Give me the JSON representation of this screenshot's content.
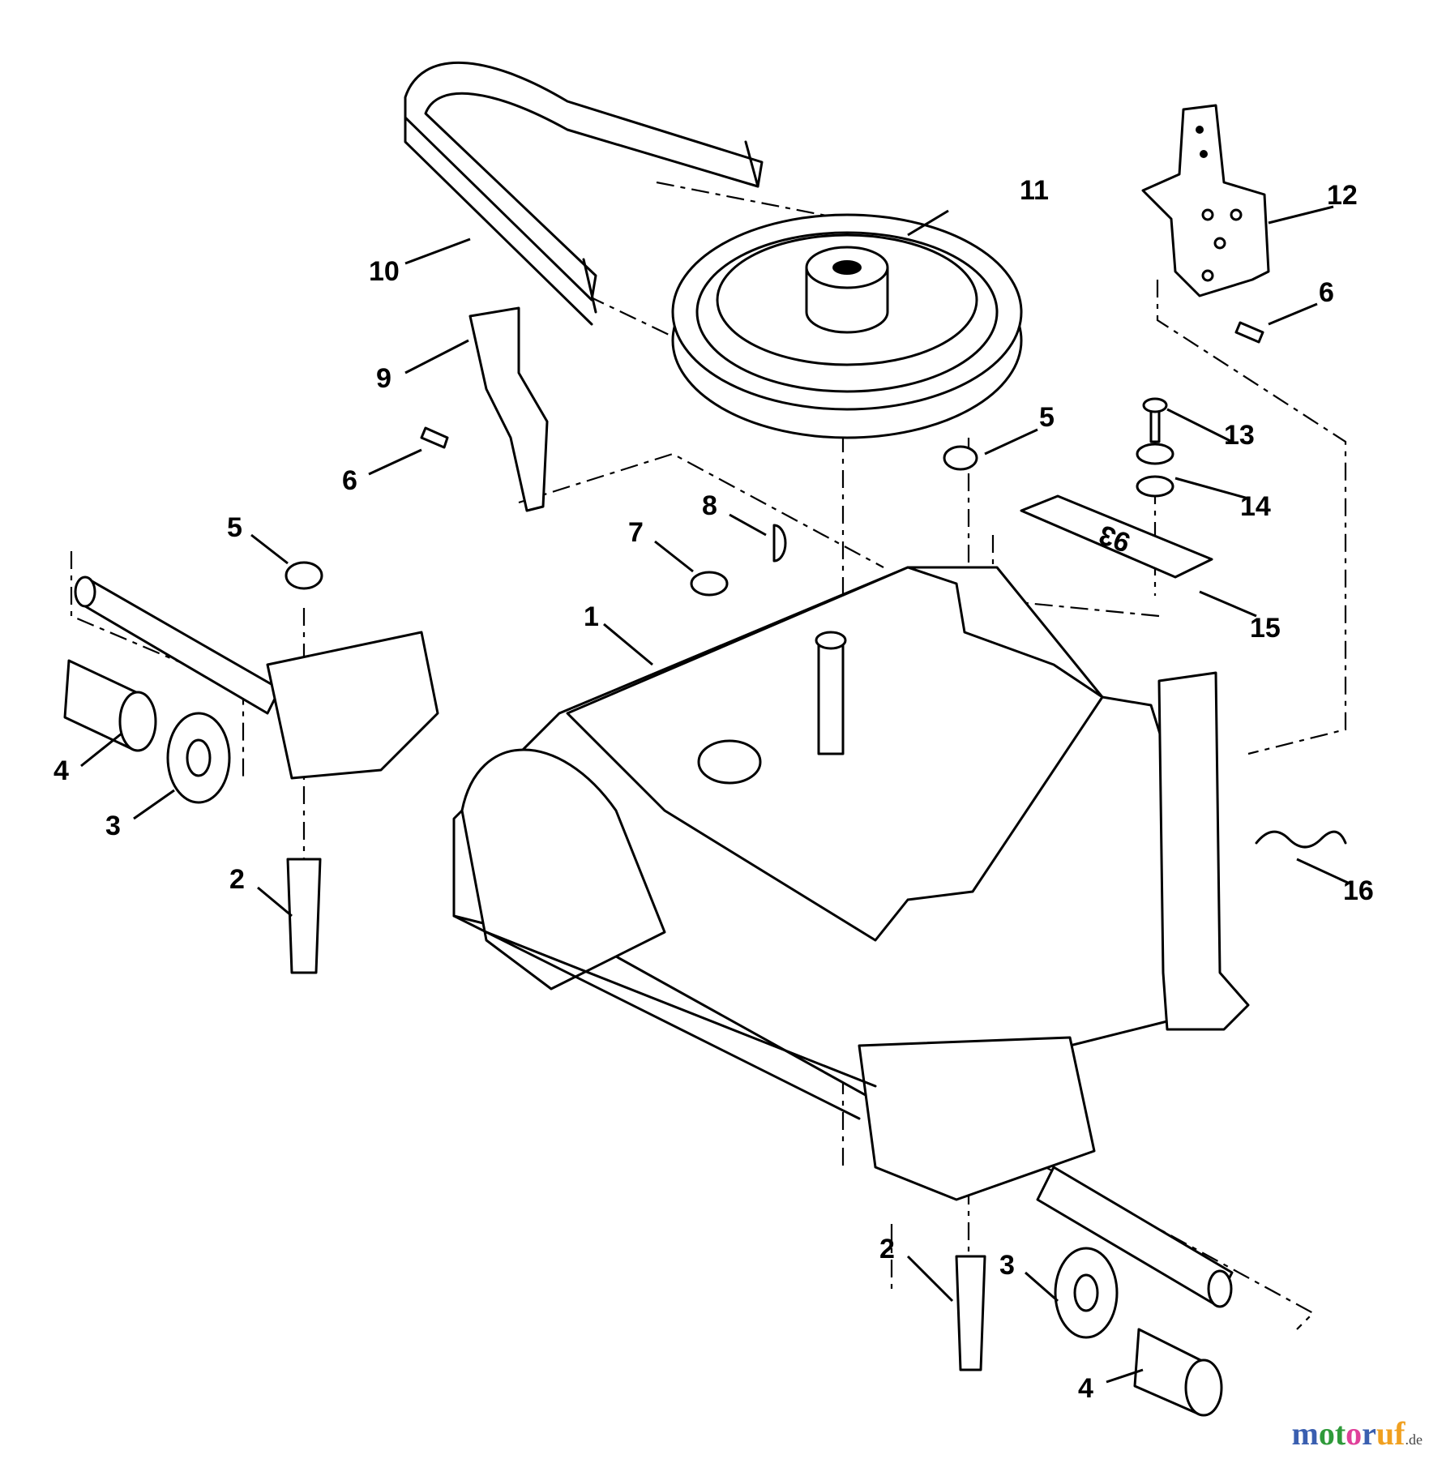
{
  "diagram": {
    "callouts": [
      {
        "id": "1",
        "label": "1"
      },
      {
        "id": "2a",
        "label": "2"
      },
      {
        "id": "2b",
        "label": "2"
      },
      {
        "id": "3a",
        "label": "3"
      },
      {
        "id": "3b",
        "label": "3"
      },
      {
        "id": "4a",
        "label": "4"
      },
      {
        "id": "4b",
        "label": "4"
      },
      {
        "id": "5a",
        "label": "5"
      },
      {
        "id": "5b",
        "label": "5"
      },
      {
        "id": "6a",
        "label": "6"
      },
      {
        "id": "6b",
        "label": "6"
      },
      {
        "id": "7",
        "label": "7"
      },
      {
        "id": "8",
        "label": "8"
      },
      {
        "id": "9",
        "label": "9"
      },
      {
        "id": "10",
        "label": "10"
      },
      {
        "id": "11",
        "label": "11"
      },
      {
        "id": "12",
        "label": "12"
      },
      {
        "id": "13",
        "label": "13"
      },
      {
        "id": "14",
        "label": "14"
      },
      {
        "id": "15",
        "label": "15"
      },
      {
        "id": "16",
        "label": "16"
      }
    ],
    "plate_marking": "93"
  },
  "watermark": {
    "text": "motoruf",
    "suffix": ".de",
    "colors": [
      "#3a5fb0",
      "#2f9a3a",
      "#2f9a3a",
      "#e0409a",
      "#3a5fb0",
      "#f0a020",
      "#f0a020"
    ]
  }
}
